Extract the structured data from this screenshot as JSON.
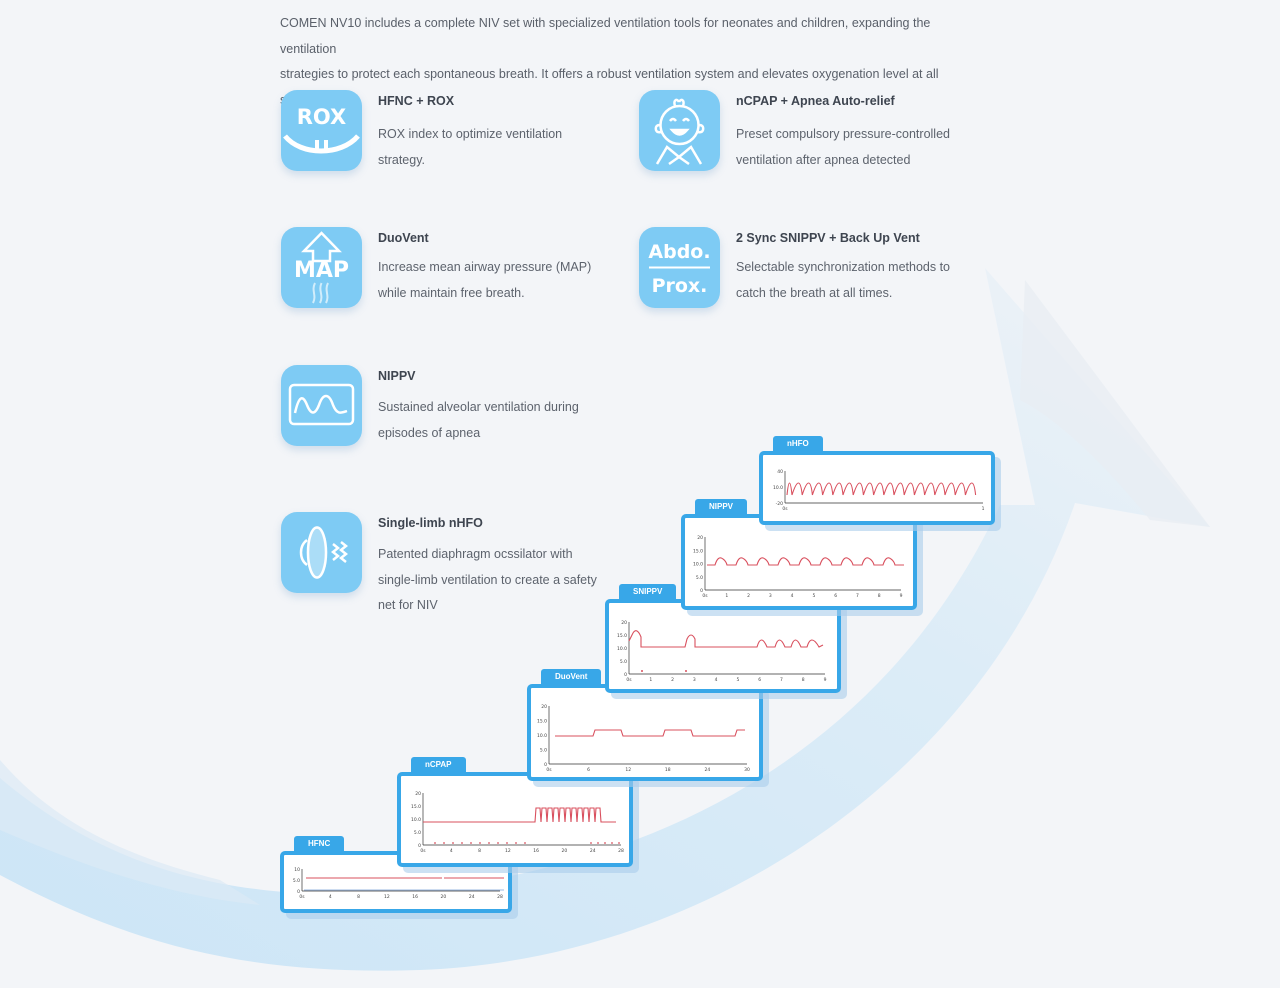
{
  "intro": {
    "line1": "COMEN NV10 includes a complete NIV set with specialized ventilation tools for neonates and children, expanding the ventilation",
    "line2": "strategies to protect each spontaneous breath. It offers a robust ventilation system and elevates oxygenation level at all stages."
  },
  "features": [
    {
      "title": "HFNC + ROX",
      "desc1": "ROX index to optimize ventilation",
      "desc2": "strategy.",
      "icon": "rox-icon",
      "icon_text": "ROX"
    },
    {
      "title": "nCPAP + Apnea Auto-relief",
      "desc1": "Preset compulsory pressure-controlled",
      "desc2": "ventilation after apnea detected",
      "icon": "baby-face-icon"
    },
    {
      "title": "DuoVent",
      "desc1": "Increase mean airway pressure (MAP)",
      "desc2": "while maintain free breath.",
      "icon": "map-arrow-icon",
      "icon_text": "MAP"
    },
    {
      "title": "2 Sync SNIPPV + Back Up Vent",
      "desc1": "Selectable synchronization methods to",
      "desc2": "catch the breath at all times.",
      "icon": "abdo-prox-icon",
      "icon_text1": "Abdo.",
      "icon_text2": "Prox."
    },
    {
      "title": "NIPPV",
      "desc1": "Sustained alveolar ventilation during",
      "desc2": "episodes of apnea",
      "icon": "waveform-monitor-icon"
    },
    {
      "title": "Single-limb nHFO",
      "desc1": "Patented diaphragm ocssilator with",
      "desc2": "single-limb ventilation to create a safety",
      "desc3": "net for NIV",
      "icon": "oscillator-icon"
    }
  ],
  "cards": [
    {
      "tab": "HFNC",
      "y_ticks": [
        "10",
        "5.0",
        "0"
      ],
      "x_ticks": [
        "0s",
        "4",
        "8",
        "12",
        "16",
        "20",
        "24",
        "28"
      ]
    },
    {
      "tab": "nCPAP",
      "y_ticks": [
        "20",
        "15.0",
        "10.0",
        "5.0",
        "0"
      ],
      "x_ticks": [
        "0s",
        "4",
        "8",
        "12",
        "16",
        "20",
        "24",
        "28"
      ]
    },
    {
      "tab": "DuoVent",
      "y_ticks": [
        "20",
        "15.0",
        "10.0",
        "5.0",
        "0"
      ],
      "x_ticks": [
        "0s",
        "6",
        "12",
        "18",
        "24",
        "30"
      ]
    },
    {
      "tab": "SNIPPV",
      "y_ticks": [
        "20",
        "15.0",
        "10.0",
        "5.0",
        "0"
      ],
      "x_ticks": [
        "0s",
        "1",
        "2",
        "3",
        "4",
        "5",
        "6",
        "7",
        "8",
        "9"
      ]
    },
    {
      "tab": "NIPPV",
      "y_ticks": [
        "20",
        "15.0",
        "10.0",
        "5.0",
        "0"
      ],
      "x_ticks": [
        "0s",
        "1",
        "2",
        "3",
        "4",
        "5",
        "6",
        "7",
        "8",
        "9"
      ]
    },
    {
      "tab": "nHFO",
      "y_ticks": [
        "40",
        "10.0",
        "-20"
      ],
      "x_ticks": [
        "0s",
        "1"
      ]
    }
  ],
  "colors": {
    "accent": "#38a7e8",
    "icon_bg": "#7ecbf4",
    "wave": "#d9505e"
  }
}
